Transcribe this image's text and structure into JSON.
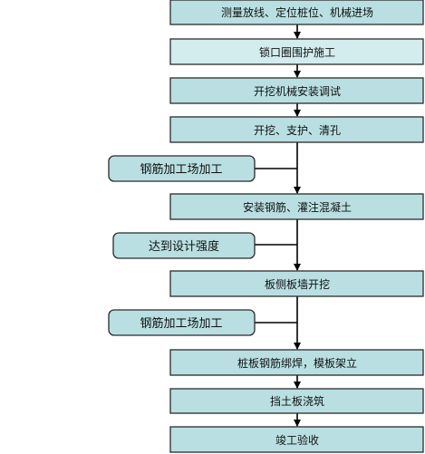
{
  "diagram": {
    "steps": [
      "测量放线、定位桩位、机械进场",
      "锁口圈围护施工",
      "开挖机械安装调试",
      "开挖、支护、清孔",
      "安装钢筋、灌注混凝土",
      "板侧板墙开挖",
      "桩板钢筋绑焊，模板架立",
      "挡土板浇筑",
      "竣工验收"
    ],
    "side_inputs": [
      "钢筋加工场加工",
      "达到设计强度",
      "钢筋加工场加工"
    ],
    "colors": {
      "box_fill": "#b9dfe2",
      "box_fill_light": "#d3ecee",
      "box_stroke": "#2b2b2b",
      "line": "#000000"
    }
  }
}
